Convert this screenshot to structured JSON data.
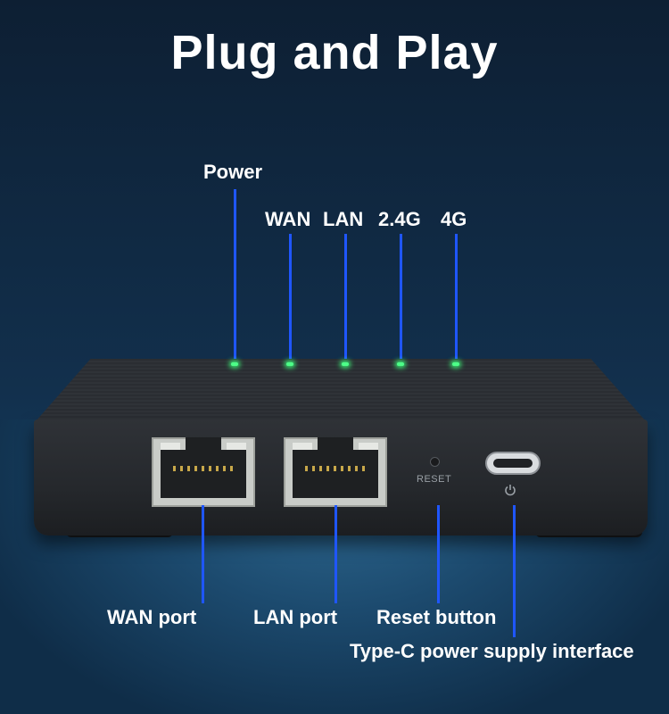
{
  "title": "Plug and Play",
  "indicators": {
    "power": "Power",
    "wan": "WAN",
    "lan": "LAN",
    "g24": "2.4G",
    "g4": "4G"
  },
  "ports": {
    "wan": "WAN port",
    "lan": "LAN port",
    "reset": "Reset button",
    "typec": "Type-C power supply interface"
  },
  "device": {
    "reset_print": "RESET"
  },
  "colors": {
    "pointer_line": "#1f56ff",
    "led": "#4dff88",
    "text": "#ffffff"
  }
}
